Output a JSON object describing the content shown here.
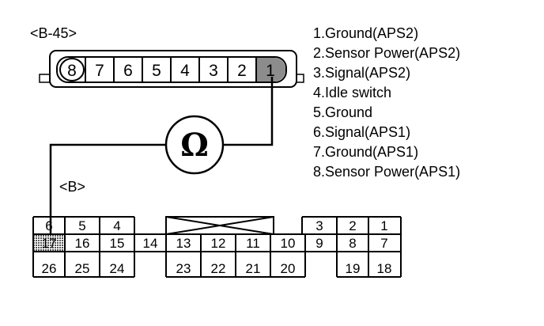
{
  "connector_b45": {
    "label": "<B-45>",
    "pins": [
      "8",
      "7",
      "6",
      "5",
      "4",
      "3",
      "2",
      "1"
    ]
  },
  "connector_b": {
    "label": "<B>",
    "row1": [
      "6",
      "5",
      "4",
      "",
      "",
      "3",
      "2",
      "1"
    ],
    "row2": [
      "17",
      "16",
      "15",
      "14",
      "13",
      "12",
      "11",
      "10",
      "9",
      "8",
      "7"
    ],
    "row3": [
      "26",
      "25",
      "24",
      "23",
      "22",
      "21",
      "20",
      "19",
      "18"
    ]
  },
  "meter": {
    "symbol": "Ω"
  },
  "legend": [
    "1.Ground(APS2)",
    "2.Sensor Power(APS2)",
    "3.Signal(APS2)",
    "4.Idle switch",
    "5.Ground",
    "6.Signal(APS1)",
    "7.Ground(APS1)",
    "8.Sensor Power(APS1)"
  ]
}
